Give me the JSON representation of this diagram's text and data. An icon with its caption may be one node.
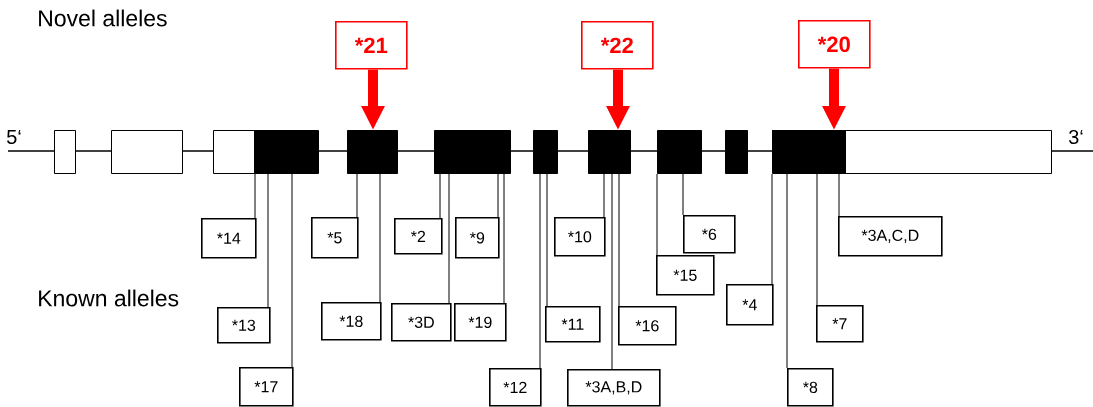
{
  "diagram": {
    "nodes": [
      {
        "text": [
          "*21"
        ]
      },
      {
        "text": [
          "*22"
        ]
      },
      {
        "text": [
          "*20"
        ]
      },
      {
        "text": [],
        "shape": "box"
      },
      {
        "text": [],
        "shape": "box"
      },
      {
        "text": [],
        "shape": "box"
      },
      {
        "text": [],
        "shape": "box"
      },
      {
        "text": [],
        "shape": "box"
      },
      {
        "text": [],
        "shape": "box"
      },
      {
        "text": [],
        "shape": "box"
      },
      {
        "text": [],
        "shape": "box"
      },
      {
        "text": [],
        "shape": "box"
      },
      {
        "text": [],
        "shape": "box"
      },
      {
        "text": [
          "*14"
        ]
      },
      {
        "text": [
          "*5"
        ]
      },
      {
        "text": [
          "*2"
        ]
      },
      {
        "text": [
          "*9"
        ]
      },
      {
        "text": [
          "*10"
        ]
      },
      {
        "text": [
          "*6"
        ]
      },
      {
        "text": [
          "*3A,C,D"
        ]
      },
      {
        "text": [
          "*15"
        ]
      },
      {
        "text": [
          "*4"
        ]
      },
      {
        "text": [
          "*13"
        ]
      },
      {
        "text": [
          "*18"
        ]
      },
      {
        "text": [
          "*3D"
        ]
      },
      {
        "text": [
          "*19"
        ]
      },
      {
        "text": [
          "*11"
        ]
      },
      {
        "text": [
          "*16"
        ]
      },
      {
        "text": [
          "*7"
        ]
      },
      {
        "text": [
          "*17"
        ]
      },
      {
        "text": [
          "*12"
        ]
      },
      {
        "text": [
          "*3A,B,D"
        ]
      },
      {
        "text": [
          "*8"
        ]
      }
    ],
    "edges": [
      {
        "from": 0,
        "to": 6,
        "arrow": "to",
        "style": "thick",
        "color": "#ff0000"
      },
      {
        "from": 1,
        "to": 9,
        "arrow": "to",
        "style": "thick",
        "color": "#ff0000"
      },
      {
        "from": 2,
        "to": 12,
        "arrow": "to",
        "style": "thick",
        "color": "#ff0000"
      },
      {
        "from": 13,
        "to": 5,
        "arrow": "none"
      },
      {
        "from": 14,
        "to": 6,
        "arrow": "none"
      },
      {
        "from": 15,
        "to": 7,
        "arrow": "none"
      },
      {
        "from": 16,
        "to": 7,
        "arrow": "none"
      },
      {
        "from": 17,
        "to": 9,
        "arrow": "none"
      },
      {
        "from": 18,
        "to": 10,
        "arrow": "none"
      },
      {
        "from": 19,
        "to": 12,
        "arrow": "none"
      },
      {
        "from": 20,
        "to": 10,
        "arrow": "none"
      },
      {
        "from": 21,
        "to": 12,
        "arrow": "none"
      },
      {
        "from": 22,
        "to": 5,
        "arrow": "none"
      },
      {
        "from": 23,
        "to": 6,
        "arrow": "none"
      },
      {
        "from": 24,
        "to": 7,
        "arrow": "none"
      },
      {
        "from": 25,
        "to": 7,
        "arrow": "none"
      },
      {
        "from": 26,
        "to": 8,
        "arrow": "none"
      },
      {
        "from": 27,
        "to": 9,
        "arrow": "none"
      },
      {
        "from": 28,
        "to": 12,
        "arrow": "none"
      },
      {
        "from": 29,
        "to": 5,
        "arrow": "none"
      },
      {
        "from": 30,
        "to": 8,
        "arrow": "none"
      },
      {
        "from": 31,
        "to": 9,
        "arrow": "none"
      },
      {
        "from": 32,
        "to": 12,
        "arrow": "none"
      }
    ],
    "labels": [
      "Novel alleles",
      "5‘",
      "3‘",
      "Known alleles"
    ]
  }
}
